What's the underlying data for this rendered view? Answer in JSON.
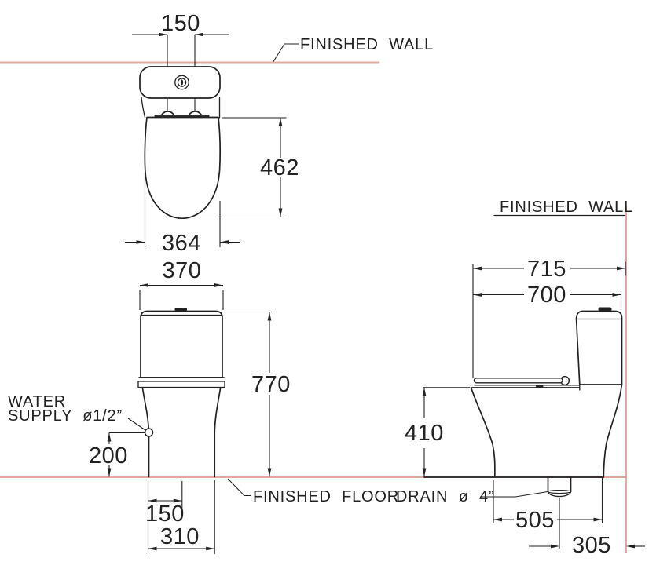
{
  "labels": {
    "finished_wall_top": "FINISHED WALL",
    "finished_wall_side": "FINISHED WALL",
    "finished_floor": "FINISHED FLOOR",
    "water_supply_line1": "WATER",
    "water_supply_line2": "SUPPLY ø1/2”",
    "drain": "DRAIN ø 4”"
  },
  "dimensions": {
    "top_view": {
      "hole_spacing": "150",
      "seat_depth": "462",
      "seat_width": "364"
    },
    "front_view": {
      "tank_width": "370",
      "total_height": "770",
      "supply_height": "200",
      "bolt_offset": "150",
      "base_width": "310"
    },
    "side_view": {
      "overall_depth": "715",
      "body_depth": "700",
      "bowl_height": "410",
      "base_depth": "505",
      "drain_to_wall": "305"
    }
  },
  "colors": {
    "object_line": "#222222",
    "reference_line": "#e3a89f",
    "text": "#222222"
  }
}
